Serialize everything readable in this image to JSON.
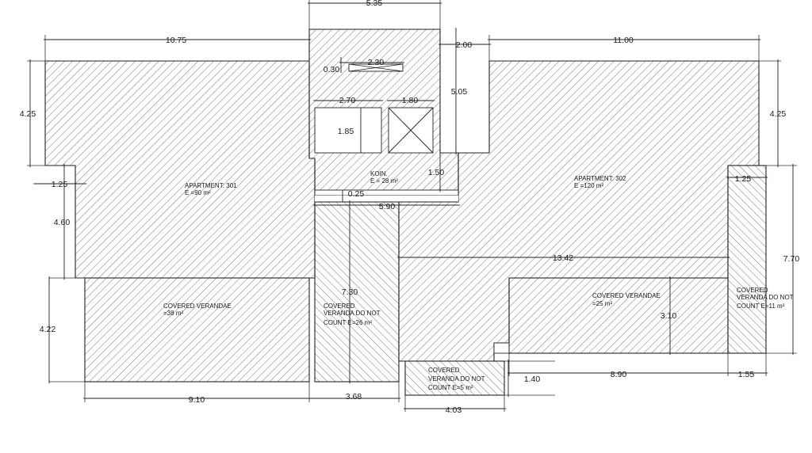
{
  "dimensions": {
    "top_stair_width": "5.35",
    "left_apartment_width": "10.75",
    "stair_offset": "2.00",
    "right_apartment_width": "11.00",
    "opening_width": "2.30",
    "opening_depth": "0.30",
    "left_height_top": "4.25",
    "right_height_top": "4.25",
    "core_height": "5.05",
    "shaft_a_width": "2.70",
    "shaft_b_width": "1.80",
    "shaft_height": "1.85",
    "left_offset": "1.25",
    "right_offset": "1.25",
    "common_depth": "1.50",
    "wall_thickness": "0.25",
    "common_width": "5.90",
    "left_height_mid": "4.60",
    "right_height_mid": "7.70",
    "right_long_width": "13.42",
    "central_veranda_depth": "7.30",
    "left_veranda_height": "4.22",
    "right_veranda_depth": "3.10",
    "small_veranda_depth": "1.40",
    "left_veranda_width": "9.10",
    "central_veranda_width": "3.68",
    "small_veranda_width": "4.03",
    "right_veranda_width": "8.90",
    "side_veranda_width": "1.55"
  },
  "labels": {
    "apt301_name": "APARTMENT: 301",
    "apt301_area": "E =90 m²",
    "apt302_name": "APARTMENT: 302",
    "apt302_area": "E =120 m²",
    "common_name": "KOIN.",
    "common_area": "E = 28 m²",
    "veranda_left_name": "COVERED VERANDAE",
    "veranda_left_area": "=38 m²",
    "veranda_center_l1": "COVERED",
    "veranda_center_l2": "VERANDA DO NOT",
    "veranda_center_l3": "COUNT E=26 m²",
    "veranda_small_l1": "COVERED",
    "veranda_small_l2": "VERANDA DO NOT",
    "veranda_small_l3": "COUNT E=5 m²",
    "veranda_right_name": "COVERED VERANDAE",
    "veranda_right_area": "=25 m²",
    "veranda_side_l1": "COVERED",
    "veranda_side_l2": "VERANDA DO NOT",
    "veranda_side_l3": "COUNT E=11 m²"
  },
  "colors": {
    "background": "#ffffff",
    "linework": "#222222",
    "apartment_hatch": "#6a6a6a",
    "veranda_hatch": "#6a6a6a"
  }
}
